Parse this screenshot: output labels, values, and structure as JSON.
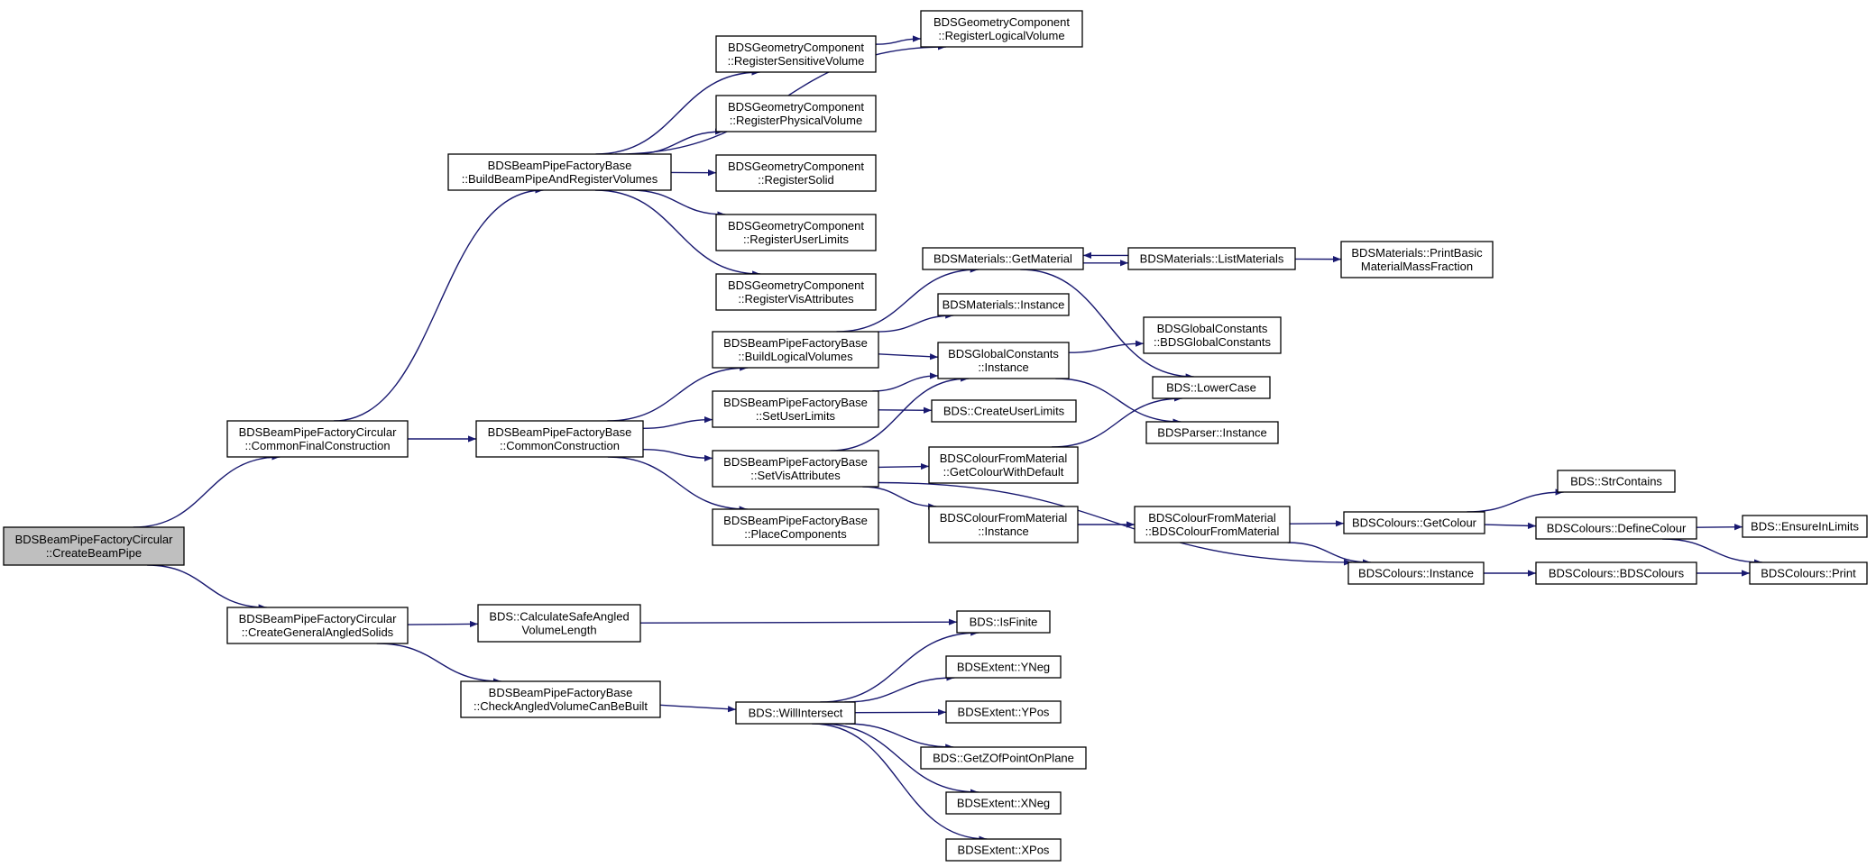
{
  "colors": {
    "edge": "#191970",
    "root_fill": "#bfbfbf",
    "node_fill": "#ffffff",
    "border": "#000000"
  },
  "nodes": [
    {
      "id": "root",
      "lines": [
        "BDSBeamPipeFactoryCircular",
        "::CreateBeamPipe"
      ],
      "root": true
    },
    {
      "id": "cfc",
      "lines": [
        "BDSBeamPipeFactoryCircular",
        "::CommonFinalConstruction"
      ]
    },
    {
      "id": "cgas",
      "lines": [
        "BDSBeamPipeFactoryCircular",
        "::CreateGeneralAngledSolids"
      ]
    },
    {
      "id": "bbp",
      "lines": [
        "BDSBeamPipeFactoryBase",
        "::BuildBeamPipeAndRegisterVolumes"
      ]
    },
    {
      "id": "cc",
      "lines": [
        "BDSBeamPipeFactoryBase",
        "::CommonConstruction"
      ]
    },
    {
      "id": "csav",
      "lines": [
        "BDS::CalculateSafeAngled",
        "VolumeLength"
      ]
    },
    {
      "id": "cavb",
      "lines": [
        "BDSBeamPipeFactoryBase",
        "::CheckAngledVolumeCanBeBuilt"
      ]
    },
    {
      "id": "rsv",
      "lines": [
        "BDSGeometryComponent",
        "::RegisterSensitiveVolume"
      ]
    },
    {
      "id": "rpv",
      "lines": [
        "BDSGeometryComponent",
        "::RegisterPhysicalVolume"
      ]
    },
    {
      "id": "rs",
      "lines": [
        "BDSGeometryComponent",
        "::RegisterSolid"
      ]
    },
    {
      "id": "rul",
      "lines": [
        "BDSGeometryComponent",
        "::RegisterUserLimits"
      ]
    },
    {
      "id": "rva",
      "lines": [
        "BDSGeometryComponent",
        "::RegisterVisAttributes"
      ]
    },
    {
      "id": "rlv",
      "lines": [
        "BDSGeometryComponent",
        "::RegisterLogicalVolume"
      ]
    },
    {
      "id": "blv",
      "lines": [
        "BDSBeamPipeFactoryBase",
        "::BuildLogicalVolumes"
      ]
    },
    {
      "id": "sul",
      "lines": [
        "BDSBeamPipeFactoryBase",
        "::SetUserLimits"
      ]
    },
    {
      "id": "sva",
      "lines": [
        "BDSBeamPipeFactoryBase",
        "::SetVisAttributes"
      ]
    },
    {
      "id": "pc",
      "lines": [
        "BDSBeamPipeFactoryBase",
        "::PlaceComponents"
      ]
    },
    {
      "id": "wi",
      "lines": [
        "BDS::WillIntersect"
      ]
    },
    {
      "id": "gm",
      "lines": [
        "BDSMaterials::GetMaterial"
      ]
    },
    {
      "id": "mi",
      "lines": [
        "BDSMaterials::Instance"
      ]
    },
    {
      "id": "gci",
      "lines": [
        "BDSGlobalConstants",
        "::Instance"
      ]
    },
    {
      "id": "cul",
      "lines": [
        "BDS::CreateUserLimits"
      ]
    },
    {
      "id": "gcwd",
      "lines": [
        "BDSColourFromMaterial",
        "::GetColourWithDefault"
      ]
    },
    {
      "id": "cfmi",
      "lines": [
        "BDSColourFromMaterial",
        "::Instance"
      ]
    },
    {
      "id": "isf",
      "lines": [
        "BDS::IsFinite"
      ]
    },
    {
      "id": "yneg",
      "lines": [
        "BDSExtent::YNeg"
      ]
    },
    {
      "id": "ypos",
      "lines": [
        "BDSExtent::YPos"
      ]
    },
    {
      "id": "gzop",
      "lines": [
        "BDS::GetZOfPointOnPlane"
      ]
    },
    {
      "id": "xneg",
      "lines": [
        "BDSExtent::XNeg"
      ]
    },
    {
      "id": "xpos",
      "lines": [
        "BDSExtent::XPos"
      ]
    },
    {
      "id": "lm",
      "lines": [
        "BDSMaterials::ListMaterials"
      ]
    },
    {
      "id": "gcc",
      "lines": [
        "BDSGlobalConstants",
        "::BDSGlobalConstants"
      ]
    },
    {
      "id": "lc",
      "lines": [
        "BDS::LowerCase"
      ]
    },
    {
      "id": "pi",
      "lines": [
        "BDSParser::Instance"
      ]
    },
    {
      "id": "cfmc",
      "lines": [
        "BDSColourFromMaterial",
        "::BDSColourFromMaterial"
      ]
    },
    {
      "id": "pbmmf",
      "lines": [
        "BDSMaterials::PrintBasic",
        "MaterialMassFraction"
      ]
    },
    {
      "id": "gc",
      "lines": [
        "BDSColours::GetColour"
      ]
    },
    {
      "id": "ci",
      "lines": [
        "BDSColours::Instance"
      ]
    },
    {
      "id": "sc",
      "lines": [
        "BDS::StrContains"
      ]
    },
    {
      "id": "dc",
      "lines": [
        "BDSColours::DefineColour"
      ]
    },
    {
      "id": "bc",
      "lines": [
        "BDSColours::BDSColours"
      ]
    },
    {
      "id": "eil",
      "lines": [
        "BDS::EnsureInLimits"
      ]
    },
    {
      "id": "pr",
      "lines": [
        "BDSColours::Print"
      ]
    }
  ],
  "edges": [
    [
      "root",
      "cfc"
    ],
    [
      "root",
      "cgas"
    ],
    [
      "cfc",
      "bbp"
    ],
    [
      "cfc",
      "cc"
    ],
    [
      "cgas",
      "csav"
    ],
    [
      "cgas",
      "cavb"
    ],
    [
      "bbp",
      "rlv"
    ],
    [
      "bbp",
      "rsv"
    ],
    [
      "bbp",
      "rpv"
    ],
    [
      "bbp",
      "rs"
    ],
    [
      "bbp",
      "rul"
    ],
    [
      "bbp",
      "rva"
    ],
    [
      "rsv",
      "rlv"
    ],
    [
      "cc",
      "blv"
    ],
    [
      "cc",
      "sul"
    ],
    [
      "cc",
      "sva"
    ],
    [
      "cc",
      "pc"
    ],
    [
      "csav",
      "isf"
    ],
    [
      "cavb",
      "wi"
    ],
    [
      "blv",
      "gm"
    ],
    [
      "blv",
      "mi"
    ],
    [
      "blv",
      "gci"
    ],
    [
      "sul",
      "gci"
    ],
    [
      "sul",
      "cul"
    ],
    [
      "sva",
      "gci"
    ],
    [
      "sva",
      "gcwd"
    ],
    [
      "sva",
      "cfmi"
    ],
    [
      "sva",
      "ci"
    ],
    [
      "wi",
      "isf"
    ],
    [
      "wi",
      "yneg"
    ],
    [
      "wi",
      "ypos"
    ],
    [
      "wi",
      "gzop"
    ],
    [
      "wi",
      "xneg"
    ],
    [
      "wi",
      "xpos"
    ],
    [
      "gm",
      "lm"
    ],
    [
      "gm",
      "lc"
    ],
    [
      "lm",
      "gm"
    ],
    [
      "lm",
      "pbmmf"
    ],
    [
      "gci",
      "gcc"
    ],
    [
      "gci",
      "pi"
    ],
    [
      "gcwd",
      "lc"
    ],
    [
      "cfmi",
      "cfmc"
    ],
    [
      "cfmc",
      "gc"
    ],
    [
      "cfmc",
      "ci"
    ],
    [
      "gc",
      "sc"
    ],
    [
      "gc",
      "dc"
    ],
    [
      "dc",
      "eil"
    ],
    [
      "dc",
      "pr"
    ],
    [
      "ci",
      "bc"
    ],
    [
      "bc",
      "pr"
    ]
  ]
}
